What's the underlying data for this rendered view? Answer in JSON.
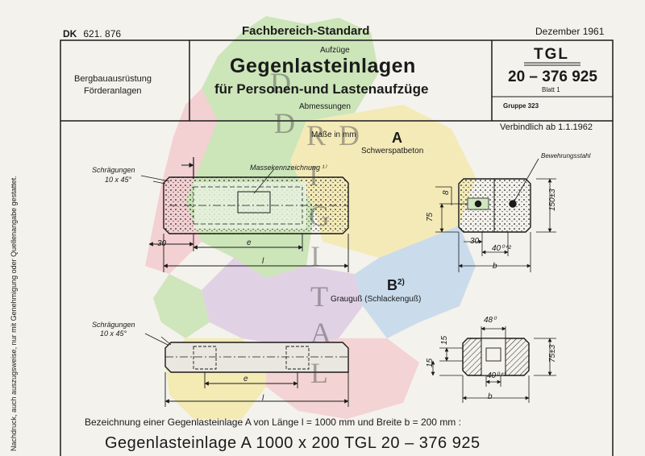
{
  "header": {
    "dk_label": "DK",
    "dk_number": "621. 876",
    "fachbereich": "Fachbereich-Standard",
    "date": "Dezember 1961",
    "sub_line1": "Bergbauausrüstung",
    "sub_line2": "Förderanlagen",
    "aufzuege": "Aufzüge",
    "title": "Gegenlasteinlagen",
    "subtitle": "für Personen-und Lastenaufzüge",
    "abmessungen": "Abmessungen",
    "tgl": "TGL",
    "doc_number": "20 – 376 925",
    "blatt": "Blatt 1",
    "gruppe": "Gruppe 323",
    "verbindlich": "Verbindlich ab 1.1.1962"
  },
  "section_a": {
    "masse": "Maße in mm",
    "letter": "A",
    "material": "Schwerspatbeton",
    "schraegungen_1": "Schrägungen",
    "schraegungen_2": "10 x 45°",
    "massekennzeichnung": "Massekennzeichnung ¹⁾",
    "bewehrung": "Bewehrungsstahl",
    "dim_30": "30",
    "dim_e": "e",
    "dim_l": "l",
    "dim_8": "8",
    "dim_75": "75",
    "dim_150": "150±3",
    "dim_30_right": "30",
    "dim_40": "40⁰⁺²",
    "dim_b": "b"
  },
  "section_b": {
    "letter": "B",
    "footnote": "2)",
    "material": "Grauguß (Schlackenguß)",
    "schraegungen_1": "Schrägungen",
    "schraegungen_2": "10 x 45°",
    "dim_e": "e",
    "dim_l": "l",
    "dim_48": "48⁰",
    "dim_15_top": "15",
    "dim_15_bottom": "15",
    "dim_75": "75±3",
    "dim_40": "40⁰⁺²",
    "dim_b": "b"
  },
  "footer": {
    "bezeichnung_text": "Bezeichnung einer Gegenlasteinlage A von Länge l = 1000 mm und Breite b = 200 mm :",
    "bezeichnung_example": "Gegenlasteinlage A 1000 x 200 TGL 20 – 376 925",
    "side_text": "Nachdruck, auch auszugsweise, nur mit Genehmigung oder Quellenangabe gestattet."
  },
  "watermark": [
    "D",
    "D",
    "R",
    "D",
    "I",
    "G",
    "I",
    "T",
    "A",
    "L"
  ],
  "colors": {
    "paper": "#f4f2ec",
    "ink": "#1a1a1a",
    "map_green": "#bfe0a8",
    "map_pink": "#f2c2c6",
    "map_yellow": "#f3e7a2",
    "map_blue": "#bcd4ec",
    "map_purple": "#d8c3e2"
  }
}
